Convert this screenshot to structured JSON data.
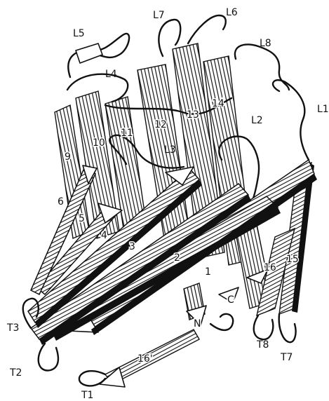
{
  "figure": {
    "loop_labels": [
      "L1",
      "L2",
      "L3",
      "L4",
      "L5",
      "L6",
      "L7",
      "L8"
    ],
    "strand_labels": [
      "1",
      "2",
      "3",
      "4",
      "5",
      "6",
      "9",
      "10",
      "11",
      "12",
      "13",
      "14",
      "15",
      "16",
      "16'"
    ],
    "turn_labels": [
      "T1",
      "T2",
      "T3",
      "T7",
      "T8"
    ],
    "terminus_labels": [
      "N",
      "C"
    ]
  },
  "colors": {
    "ink": "#111111",
    "background": "#ffffff"
  }
}
